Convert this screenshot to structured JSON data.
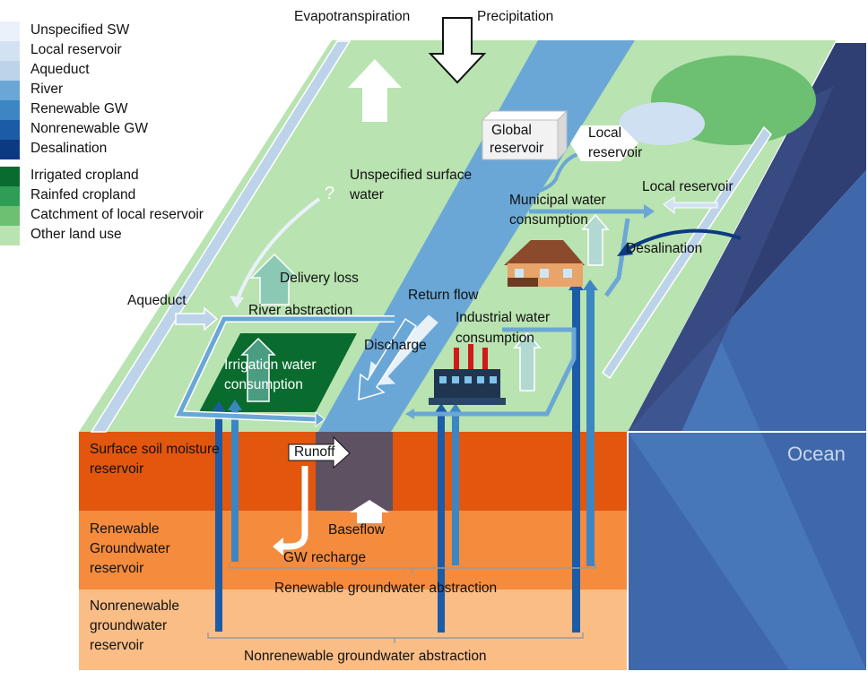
{
  "colors": {
    "unspecified_sw": "#eaf1fb",
    "local_reservoir": "#d2e2f3",
    "aqueduct": "#bcd3ea",
    "river": "#6aa7d6",
    "renewable_gw": "#3c86c4",
    "nonrenewable_gw": "#1c5ba5",
    "desalination": "#0c3a82",
    "irrigated": "#0a6b2e",
    "rainfed": "#2e9d55",
    "catchment": "#6dbf71",
    "other_land": "#b9e3b0",
    "soil": "#e2560e",
    "gw_renewable": "#f58b3c",
    "gw_nonrenewable": "#fbbd86",
    "ocean": "#4472b4",
    "grey_block": "#5e5262"
  },
  "legend": {
    "water_sources": [
      {
        "label": "Unspecified SW",
        "color_key": "unspecified_sw"
      },
      {
        "label": "Local reservoir",
        "color_key": "local_reservoir"
      },
      {
        "label": "Aqueduct",
        "color_key": "aqueduct"
      },
      {
        "label": "River",
        "color_key": "river"
      },
      {
        "label": "Renewable GW",
        "color_key": "renewable_gw"
      },
      {
        "label": "Nonrenewable GW",
        "color_key": "nonrenewable_gw"
      },
      {
        "label": "Desalination",
        "color_key": "desalination"
      }
    ],
    "land_use": [
      {
        "label": "Irrigated cropland",
        "color_key": "irrigated"
      },
      {
        "label": "Rainfed cropland",
        "color_key": "rainfed"
      },
      {
        "label": "Catchment of local reservoir",
        "color_key": "catchment"
      },
      {
        "label": "Other land use",
        "color_key": "other_land"
      }
    ]
  },
  "labels": {
    "evapotranspiration": "Evapotranspiration",
    "precipitation": "Precipitation",
    "global_reservoir_1": "Global",
    "global_reservoir_2": "reservoir",
    "local_reservoir_top_1": "Local",
    "local_reservoir_top_2": "reservoir",
    "unspecified_sw_1": "Unspecified surface",
    "unspecified_sw_2": "water",
    "question_mark": "?",
    "municipal_1": "Municipal water",
    "municipal_2": "consumption",
    "local_reservoir_right": "Local reservoir",
    "desalination": "Desalination",
    "delivery_loss": "Delivery loss",
    "aqueduct": "Aqueduct",
    "return_flow": "Return flow",
    "river_abstraction": "River abstraction",
    "industrial_1": "Industrial water",
    "industrial_2": "consumption",
    "discharge": "Discharge",
    "irrigation_1": "Irrigation water",
    "irrigation_2": "consumption",
    "soil_1": "Surface soil moisture",
    "soil_2": "reservoir",
    "runoff": "Runoff",
    "ocean": "Ocean",
    "baseflow": "Baseflow",
    "renewable_gw_1": "Renewable",
    "renewable_gw_2": "Groundwater",
    "renewable_gw_3": "reservoir",
    "gw_recharge": "GW recharge",
    "renewable_gw_abstraction": "Renewable groundwater abstraction",
    "nonrenewable_gw_1": "Nonrenewable",
    "nonrenewable_gw_2": "groundwater",
    "nonrenewable_gw_3": "reservoir",
    "nonrenewable_gw_abstraction": "Nonrenewable groundwater abstraction"
  }
}
